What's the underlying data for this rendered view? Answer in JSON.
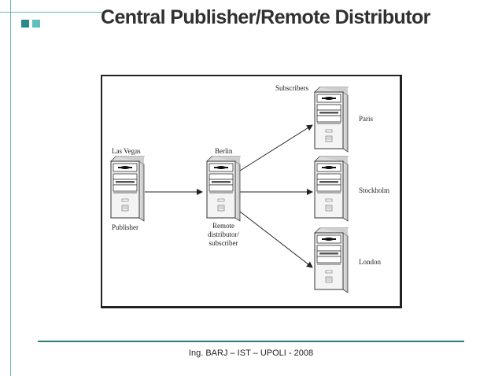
{
  "slide": {
    "title": "Central Publisher/Remote Distributor",
    "footer": "Ing. BARJ – IST – UPOLI - 2008"
  },
  "diagram": {
    "subscribers_heading": "Subscribers",
    "publisher": {
      "location": "Las Vegas",
      "role": "Publisher"
    },
    "distributor": {
      "location": "Berlin",
      "role_line1": "Remote",
      "role_line2": "distributor/",
      "role_line3": "subscriber"
    },
    "subscribers": [
      {
        "location": "Paris"
      },
      {
        "location": "Stockholm"
      },
      {
        "location": "London"
      }
    ]
  },
  "colors": {
    "accent_teal": "#2a7b7b",
    "accent_light": "#5fb8b4",
    "square_dark": "#2a8a8a",
    "square_light": "#5fc0bc"
  }
}
